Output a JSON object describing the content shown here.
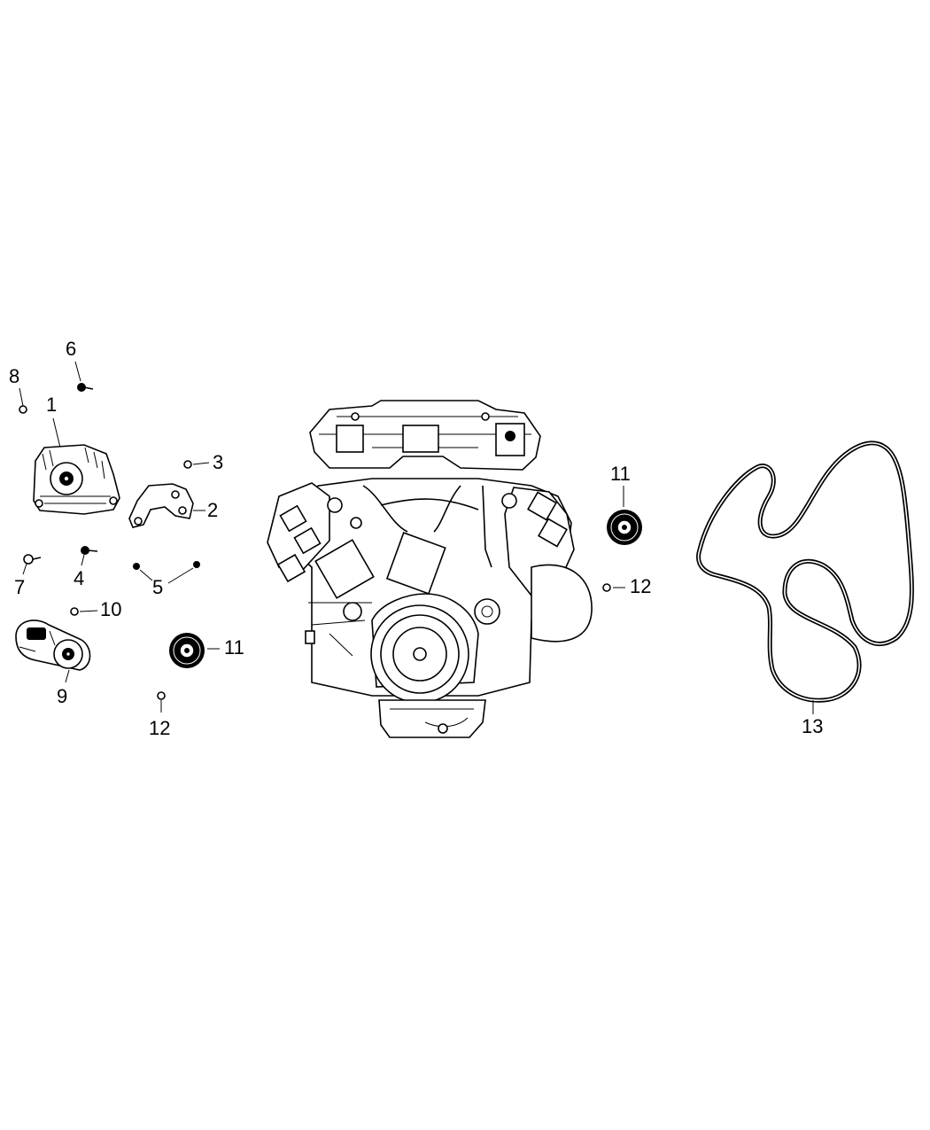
{
  "callouts": {
    "c1": "1",
    "c2": "2",
    "c3": "3",
    "c4": "4",
    "c5": "5",
    "c6": "6",
    "c7": "7",
    "c8": "8",
    "c9": "9",
    "c10": "10",
    "c11a": "11",
    "c11b": "11",
    "c12a": "12",
    "c12b": "12",
    "c13": "13"
  }
}
